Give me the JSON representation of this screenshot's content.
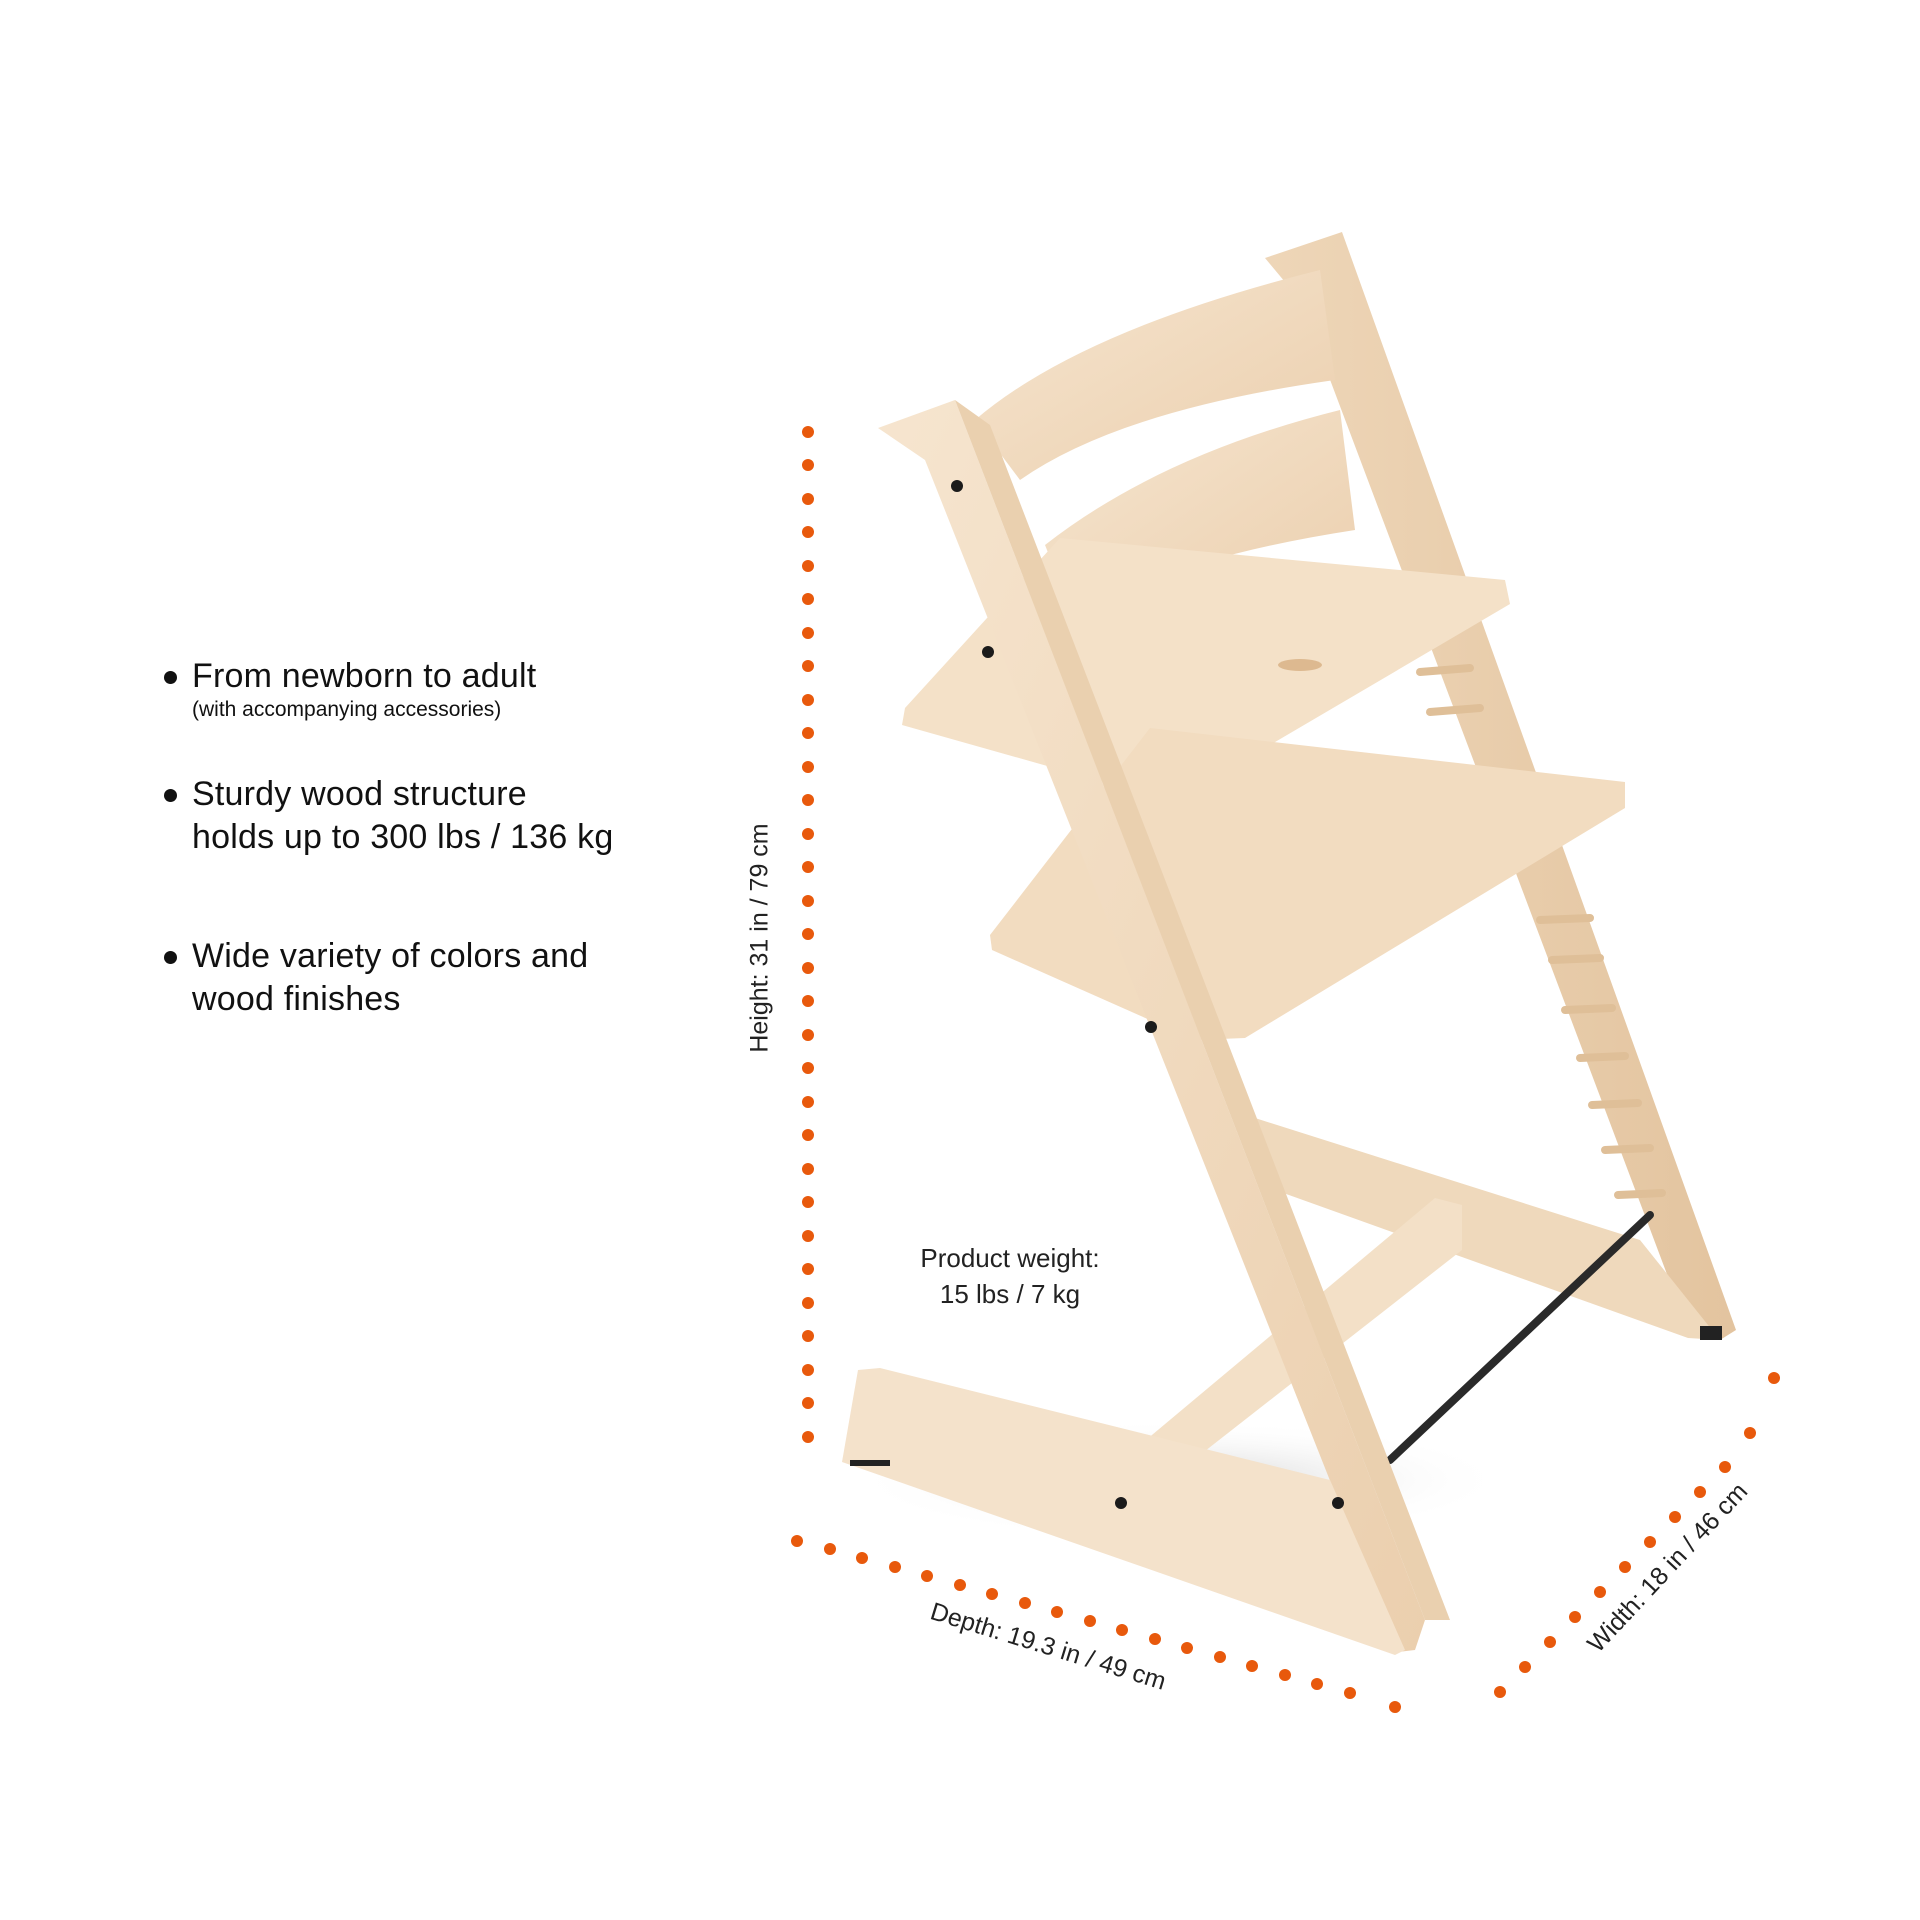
{
  "features": [
    {
      "title": "From newborn to adult",
      "subtitle": "(with accompanying accessories)"
    },
    {
      "title": "Sturdy wood structure",
      "title_line2": "holds up to 300 lbs / 136 kg"
    },
    {
      "title": "Wide variety of colors and",
      "title_line2": "wood finishes"
    }
  ],
  "dimensions": {
    "height": "Height: 31 in / 79 cm",
    "depth": "Depth: 19.3 in / 49 cm",
    "width": "Width: 18 in / 46 cm"
  },
  "weight": {
    "label": "Product weight:",
    "value": "15 lbs / 7 kg"
  },
  "colors": {
    "accent_dots": "#E8590C",
    "wood": "#F2DCC0",
    "text": "#111111"
  },
  "product_image": {
    "icon": "wooden-high-chair"
  }
}
